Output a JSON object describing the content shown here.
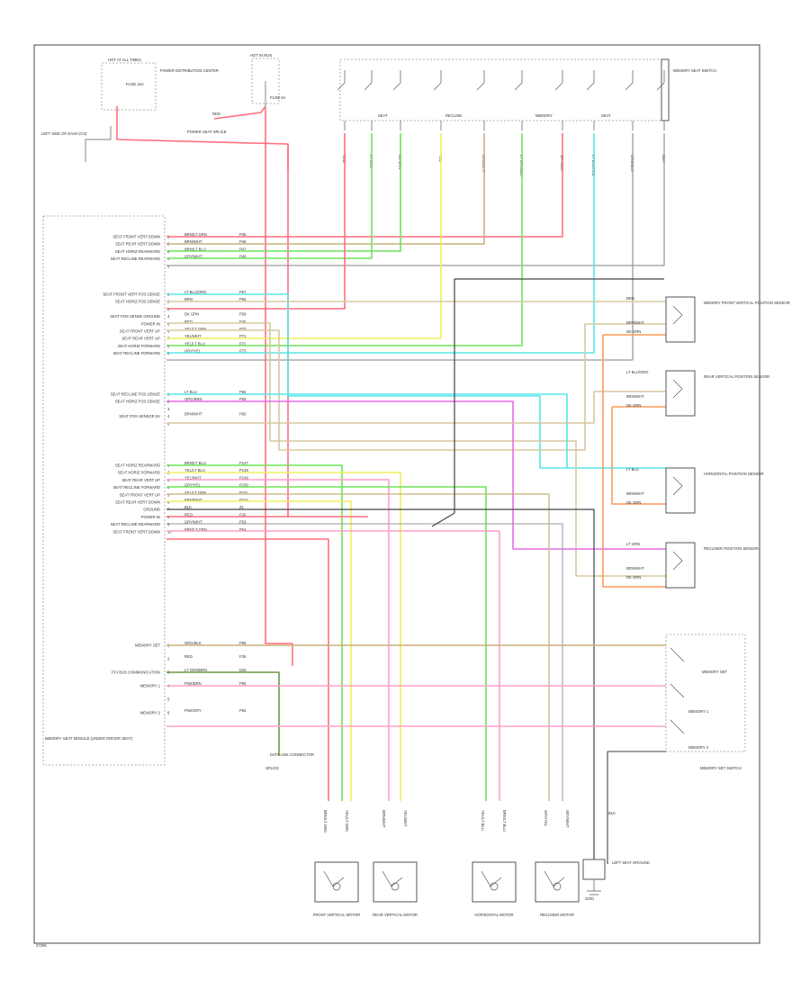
{
  "page": {
    "footer_code": "37296"
  },
  "top": {
    "fuse_label_a": "HOT AT ALL TIMES",
    "fuse_label_b": "HOT IN RUN",
    "fuse_a_name": "FUSE 15A",
    "fuse_b_name": "FUSE 5A",
    "power_dist_label": "POWER DISTRIBUTION CENTER",
    "splice_label": "POWER SEAT SPLICE",
    "left_ground_label": "LEFT SIDE OF DASH (G2)",
    "switch_assembly_label": "MEMORY SEAT SWITCH",
    "wire_red": "RED"
  },
  "seat_switch": {
    "group_labels": [
      "SEAT",
      "RECLINE",
      "MEMORY",
      "SEAT"
    ],
    "wire_labels": [
      "RED",
      "LT GRN",
      "DK GRN",
      "YEL",
      "BRN/WHT",
      "LT GRN/BLK",
      "GRY/BLK",
      "LT BLU/RED",
      "ORG/BLK",
      "BLK"
    ]
  },
  "module": {
    "label": "MEMORY SEAT MODULE (UNDER DRIVER SEAT)",
    "pins_group1": [
      {
        "pin": "1",
        "name": "SEAT FRONT VERT DOWN",
        "color": "BRN/LT GRN",
        "circuit": "P45"
      },
      {
        "pin": "2",
        "name": "SEAT REAR VERT DOWN",
        "color": "BRN/WHT",
        "circuit": "P46"
      },
      {
        "pin": "3",
        "name": "SEAT HORIZ REARWARD",
        "color": "BRN/LT BLU",
        "circuit": "P47"
      },
      {
        "pin": "4",
        "name": "SEAT RECLINE REARWARD",
        "color": "GRY/WHT",
        "circuit": "P48"
      },
      {
        "pin": "5",
        "name": "",
        "color": "",
        "circuit": ""
      }
    ],
    "pins_group2": [
      {
        "pin": "1",
        "name": "SEAT FRONT VERT POS SENSE",
        "color": "LT BLU/ORG",
        "circuit": "P57"
      },
      {
        "pin": "2",
        "name": "SEAT HORIZ POS SENSE",
        "color": "BRN",
        "circuit": "P55"
      },
      {
        "pin": "3",
        "name": "",
        "color": "",
        "circuit": ""
      },
      {
        "pin": "4",
        "name": "SEAT POS SENSE GROUND",
        "color": "DK GRN",
        "circuit": "P58"
      },
      {
        "pin": "5",
        "name": "POWER IN",
        "color": "RED",
        "circuit": "F35"
      },
      {
        "pin": "6",
        "name": "SEAT FRONT VERT UP",
        "color": "YEL/LT GRN",
        "circuit": "P70"
      },
      {
        "pin": "7",
        "name": "SEAT REAR VERT UP",
        "color": "YEL/WHT",
        "circuit": "P71"
      },
      {
        "pin": "8",
        "name": "SEAT HORIZ FORWARD",
        "color": "YEL/LT BLU",
        "circuit": "P72"
      },
      {
        "pin": "9",
        "name": "SEAT RECLINE FORWARD",
        "color": "GRY/YEL",
        "circuit": "P73"
      }
    ],
    "pins_group3": [
      {
        "pin": "1",
        "name": "SEAT RECLINE POS SENSE",
        "color": "LT BLU",
        "circuit": "P56"
      },
      {
        "pin": "2",
        "name": "SEAT HORIZ POS SENSE",
        "color": "ORG/BRN",
        "circuit": "P59"
      },
      {
        "pin": "3",
        "name": "",
        "color": "",
        "circuit": ""
      },
      {
        "pin": "4",
        "name": "SEAT POS SENSOR 5V",
        "color": "BRN/WHT",
        "circuit": "P60"
      },
      {
        "pin": "5",
        "name": "",
        "color": "",
        "circuit": ""
      }
    ],
    "pins_group4": [
      {
        "pin": "1",
        "name": "SEAT HORIZ REARWARD",
        "color": "BRN/LT BLU",
        "circuit": "P147"
      },
      {
        "pin": "2",
        "name": "SEAT HORIZ FORWARD",
        "color": "YEL/LT BLU",
        "circuit": "P148"
      },
      {
        "pin": "3",
        "name": "SEAT REAR VERT UP",
        "color": "YEL/WHT",
        "circuit": "P149"
      },
      {
        "pin": "4",
        "name": "SEAT RECLINE FORWARD",
        "color": "GRY/YEL",
        "circuit": "P150"
      },
      {
        "pin": "5",
        "name": "SEAT FRONT VERT UP",
        "color": "YEL/LT GRN",
        "circuit": "P151"
      },
      {
        "pin": "6",
        "name": "SEAT REAR VERT DOWN",
        "color": "BRN/WHT",
        "circuit": "P152"
      },
      {
        "pin": "7",
        "name": "GROUND",
        "color": "BLK",
        "circuit": "Z1"
      },
      {
        "pin": "8",
        "name": "POWER IN",
        "color": "RED",
        "circuit": "F35"
      },
      {
        "pin": "9",
        "name": "SEAT RECLINE REARWARD",
        "color": "GRY/WHT",
        "circuit": "P53"
      },
      {
        "pin": "10",
        "name": "SEAT FRONT VERT DOWN",
        "color": "BRN/LT GRN",
        "circuit": "P54"
      }
    ],
    "pins_group5": [
      {
        "pin": "1",
        "name": "MEMORY SET",
        "color": "ORG/BLK",
        "circuit": "P96"
      },
      {
        "pin": "2",
        "name": "",
        "color": "RED",
        "circuit": "F35"
      },
      {
        "pin": "3",
        "name": "PCI BUS COMMUNICATION",
        "color": "LT GRN/BRN",
        "circuit": "D25"
      },
      {
        "pin": "4",
        "name": "MEMORY 1",
        "color": "PNK/BRN",
        "circuit": "P95"
      },
      {
        "pin": "5",
        "name": "",
        "color": "",
        "circuit": ""
      },
      {
        "pin": "6",
        "name": "MEMORY 2",
        "color": "PNK/GRY",
        "circuit": "P94"
      }
    ]
  },
  "sensors": [
    {
      "title": "MEMORY FRONT VERTICAL POSITION SENSOR",
      "wire1": "BRN",
      "wire2": "BRN/WHT",
      "wire3": "DK GRN"
    },
    {
      "title": "REAR VERTICAL POSITION SENSOR",
      "wire1": "LT BLU/ORG",
      "wire2": "BRN/WHT",
      "wire3": "DK GRN"
    },
    {
      "title": "HORIZONTAL POSITION SENSOR",
      "wire1": "LT BLU",
      "wire2": "BRN/WHT",
      "wire3": "DK GRN"
    },
    {
      "title": "RECLINER POSITION SENSOR",
      "wire1": "LT GRN",
      "wire2": "BRN/WHT",
      "wire3": "DK GRN"
    }
  ],
  "splice_points": {
    "left": "SPLICE",
    "right": "LEFT SEAT GROUND"
  },
  "memory_switch": {
    "label": "MEMORY SET SWITCH",
    "set": "MEMORY SET",
    "m1": "MEMORY 1",
    "m2": "MEMORY 2",
    "wires": [
      "ORG/BLK",
      "PNK/BRN",
      "PNK/GRY",
      "BLK"
    ]
  },
  "motors": [
    {
      "title": "FRONT VERTICAL MOTOR",
      "w1": "BRN/LT GRN",
      "w2": "YEL/LT GRN"
    },
    {
      "title": "REAR VERTICAL MOTOR",
      "w1": "BRN/WHT",
      "w2": "YEL/WHT"
    },
    {
      "title": "HORIZONTAL MOTOR",
      "w1": "YEL/LT BLU",
      "w2": "BRN/LT BLU"
    },
    {
      "title": "RECLINER MOTOR",
      "w1": "GRY/YEL",
      "w2": "GRY/WHT"
    }
  ],
  "bus_label": "DATA LINK CONNECTOR",
  "ground_bottom": "LEFT SEAT GROUND",
  "ground_g": "G301",
  "wire_blk": "BLK"
}
